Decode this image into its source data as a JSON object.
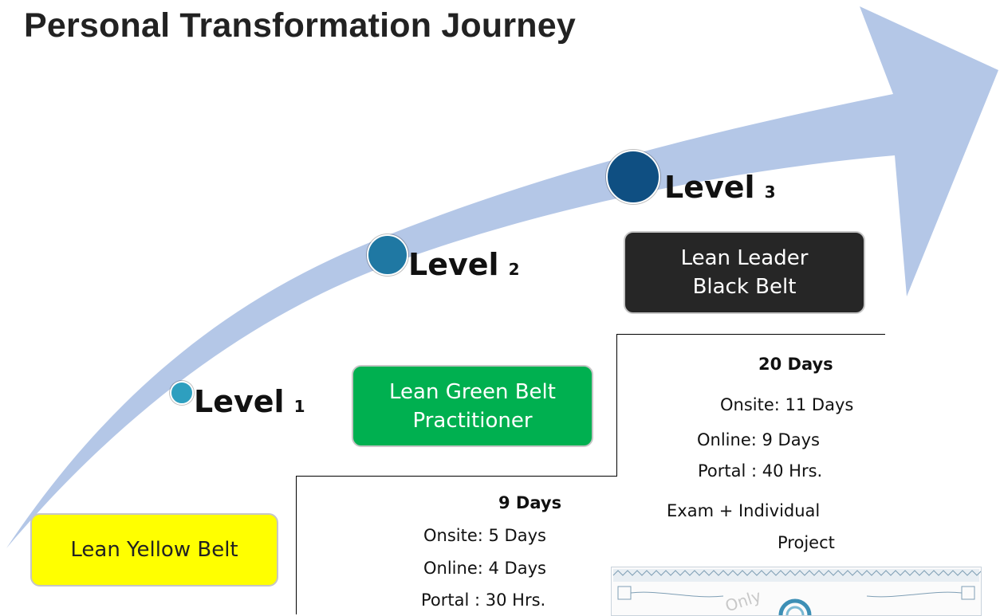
{
  "title": "Personal Transformation Journey",
  "levels": [
    {
      "label": "Level",
      "number": "1",
      "color": "#2e9fbf"
    },
    {
      "label": "Level",
      "number": "2",
      "color": "#1f78a3"
    },
    {
      "label": "Level",
      "number": "3",
      "color": "#0f4f82"
    }
  ],
  "belts": {
    "yellow": {
      "text": "Lean Yellow Belt",
      "color": "#ffff00"
    },
    "green": {
      "line1": "Lean Green Belt",
      "line2": "Practitioner",
      "color": "#00b050"
    },
    "black": {
      "line1": "Lean Leader",
      "line2": "Black Belt",
      "color": "#262626"
    }
  },
  "level2_details": {
    "duration": "9 Days",
    "onsite": "Onsite: 5 Days",
    "online": "Online: 4 Days",
    "portal": "Portal : 30 Hrs."
  },
  "level3_details": {
    "duration": "20 Days",
    "onsite": "Onsite: 11 Days",
    "online": "Online: 9 Days",
    "portal": "Portal : 40 Hrs.",
    "exam_line1": "Exam + Individual",
    "exam_line2": "Project"
  },
  "certificate": {
    "watermark": "Only"
  },
  "arrow_color": "#b4c7e7"
}
